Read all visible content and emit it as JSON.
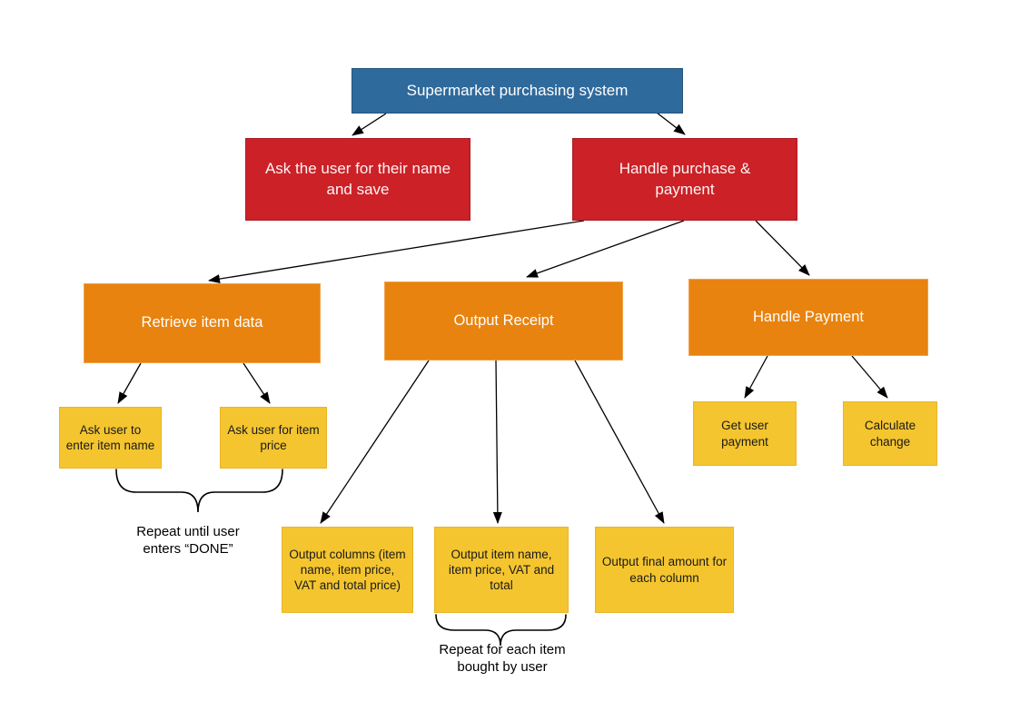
{
  "diagram": {
    "palette": {
      "root_fill": "#2f6a9d",
      "root_border": "#23527c",
      "process_fill": "#cb2127",
      "process_border": "#ab1b21",
      "step_fill": "#e8830f",
      "step_border": "#f0a24a",
      "task_fill": "#f4c52f",
      "task_border": "#e9b42b",
      "light_text": "#ffffff",
      "dark_text": "#1a1a1a",
      "connector": "#000000"
    },
    "nodes": {
      "root": {
        "label": "Supermarket purchasing system"
      },
      "ask_name": {
        "label": "Ask the user for their name and save"
      },
      "handle_purchase": {
        "label": "Handle purchase & payment"
      },
      "retrieve_item": {
        "label": "Retrieve item data"
      },
      "output_receipt": {
        "label": "Output Receipt"
      },
      "handle_payment": {
        "label": "Handle Payment"
      },
      "ask_item_name": {
        "label": "Ask user to enter item name"
      },
      "ask_item_price": {
        "label": "Ask user for item price"
      },
      "output_columns": {
        "label": "Output columns (item name, item price, VAT and total price)"
      },
      "output_item": {
        "label": "Output item name, item price, VAT and total"
      },
      "output_final": {
        "label": "Output final amount for each column"
      },
      "get_payment": {
        "label": "Get user payment"
      },
      "calculate_change": {
        "label": "Calculate change"
      }
    },
    "annotations": {
      "repeat_done": "Repeat until user enters “DONE”",
      "repeat_items": "Repeat for each item bought by user"
    },
    "edges": [
      {
        "from": "root",
        "to": "ask_name"
      },
      {
        "from": "root",
        "to": "handle_purchase"
      },
      {
        "from": "handle_purchase",
        "to": "retrieve_item"
      },
      {
        "from": "handle_purchase",
        "to": "output_receipt"
      },
      {
        "from": "handle_purchase",
        "to": "handle_payment"
      },
      {
        "from": "retrieve_item",
        "to": "ask_item_name"
      },
      {
        "from": "retrieve_item",
        "to": "ask_item_price"
      },
      {
        "from": "output_receipt",
        "to": "output_columns"
      },
      {
        "from": "output_receipt",
        "to": "output_item"
      },
      {
        "from": "output_receipt",
        "to": "output_final"
      },
      {
        "from": "handle_payment",
        "to": "get_payment"
      },
      {
        "from": "handle_payment",
        "to": "calculate_change"
      }
    ]
  }
}
